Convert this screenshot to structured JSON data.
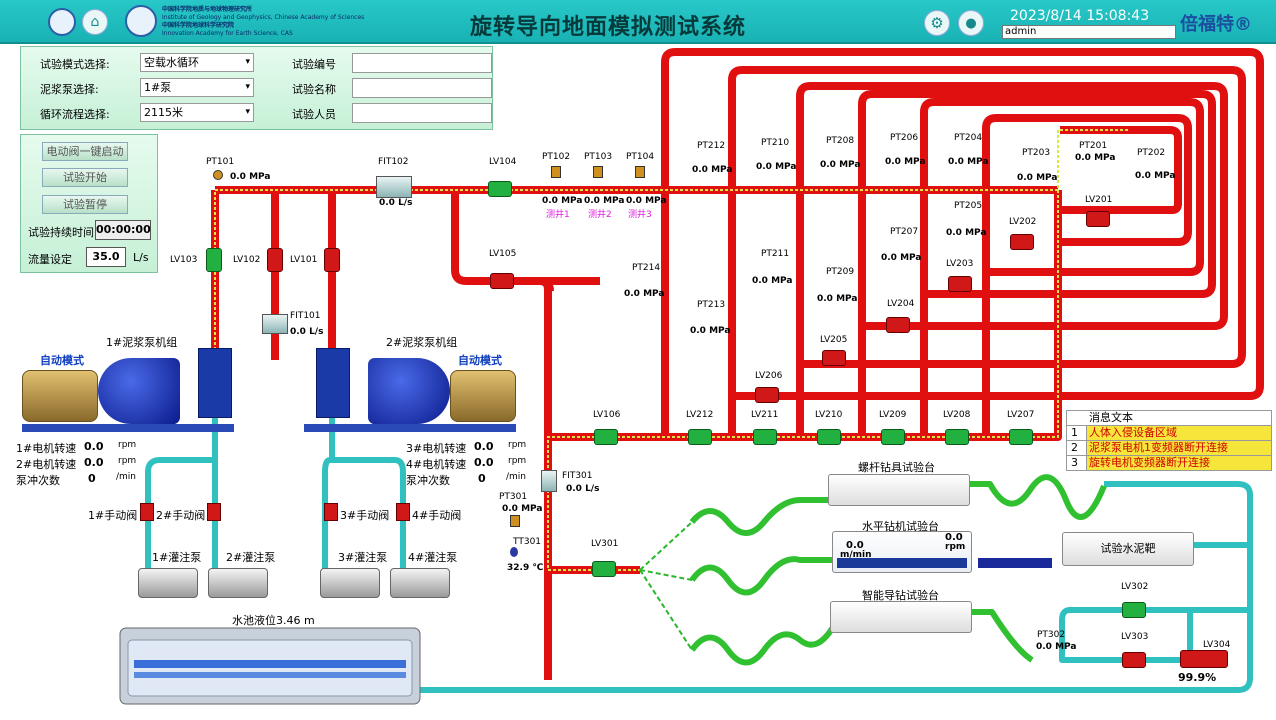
{
  "header": {
    "title": "旋转导向地面模拟测试系统",
    "org_cn_1": "中国科学院地质与地球物理研究所",
    "org_en_1": "Institute of Geology and Geophysics, Chinese Academy of Sciences",
    "org_cn_2": "中国科学院地球科学研究院",
    "org_en_2": "Innovation Academy for Earth Science, CAS",
    "datetime": "2023/8/14 15:08:43",
    "user": "admin",
    "brand": "倍福特®"
  },
  "config": {
    "mode_label": "试验模式选择:",
    "mode_value": "空载水循环",
    "pump_label": "泥浆泵选择:",
    "pump_value": "1#泵",
    "flow_label": "循环流程选择:",
    "flow_value": "2115米",
    "test_no_label": "试验编号",
    "test_name_label": "试验名称",
    "tester_label": "试验人员"
  },
  "control": {
    "btn_valve": "电动阀一键启动",
    "btn_start": "试验开始",
    "btn_pause": "试验暂停",
    "duration_label": "试验持续时间",
    "duration_value": "00:00:00",
    "flow_set_label": "流量设定",
    "flow_set_value": "35.0",
    "flow_set_unit": "L/s"
  },
  "pumps": {
    "group1": "1#泥浆泵机组",
    "group2": "2#泥浆泵机组",
    "auto": "自动模式",
    "m1": "1#电机转速",
    "m2": "2#电机转速",
    "stroke": "泵冲次数",
    "m3": "3#电机转速",
    "m4": "4#电机转速",
    "v_m1": "0.0",
    "v_m2": "0.0",
    "v_stroke1": "0",
    "v_m3": "0.0",
    "v_m4": "0.0",
    "v_stroke2": "0",
    "rpm": "rpm",
    "per_min": "/min",
    "mv1": "1#手动阀",
    "mv2": "2#手动阀",
    "mv3": "3#手动阀",
    "mv4": "4#手动阀",
    "fp1": "1#灌注泵",
    "fp2": "2#灌注泵",
    "fp3": "3#灌注泵",
    "fp4": "4#灌注泵",
    "tank": "水池液位3.46 m"
  },
  "instruments": {
    "pt101": "PT101",
    "pt101v": "0.0 MPa",
    "fit102": "FIT102",
    "fit102v": "0.0  L/s",
    "fit101": "FIT101",
    "fit101v": "0.0  L/s",
    "pt102": "PT102",
    "pt103": "PT103",
    "pt104": "PT104",
    "mpa0": "0.0 MPa",
    "w1": "测井1",
    "w2": "测井2",
    "w3": "测井3",
    "pt212": "PT212",
    "pt210": "PT210",
    "pt208": "PT208",
    "pt206": "PT206",
    "pt204": "PT204",
    "pt203": "PT203",
    "pt201": "PT201",
    "pt202": "PT202",
    "pt205": "PT205",
    "pt207": "PT207",
    "pt211": "PT211",
    "pt209": "PT209",
    "pt214": "PT214",
    "pt213": "PT213",
    "fit301": "FIT301",
    "fit301v": "0.0  L/s",
    "pt301": "PT301",
    "pt302": "PT302",
    "tt301": "TT301",
    "tt301v": "32.9 ℃"
  },
  "valves": {
    "lv101": "LV101",
    "lv102": "LV102",
    "lv103": "LV103",
    "lv104": "LV104",
    "lv105": "LV105",
    "lv106": "LV106",
    "lv201": "LV201",
    "lv202": "LV202",
    "lv203": "LV203",
    "lv204": "LV204",
    "lv205": "LV205",
    "lv206": "LV206",
    "lv207": "LV207",
    "lv208": "LV208",
    "lv209": "LV209",
    "lv210": "LV210",
    "lv211": "LV211",
    "lv212": "LV212",
    "lv301": "LV301",
    "lv302": "LV302",
    "lv303": "LV303",
    "lv304": "LV304",
    "lv304v": "99.9%"
  },
  "stations": {
    "screw": "螺杆钻具试验台",
    "horizontal": "水平钻机试验台",
    "smart": "智能导钻试验台",
    "target": "试验水泥靶",
    "h_left": "0.0",
    "h_left_unit": "m/min",
    "h_right": "0.0",
    "h_right_unit": "rpm"
  },
  "messages": {
    "header": "消息文本",
    "rows": [
      {
        "n": "1",
        "text": "人体入侵设备区域"
      },
      {
        "n": "2",
        "text": "泥浆泵电机1变频器断开连接"
      },
      {
        "n": "3",
        "text": "旋转电机变频器断开连接"
      }
    ]
  },
  "colors": {
    "header": "#19b2b4",
    "pipe_red": "#e01010",
    "pipe_cyan": "#30c0c0",
    "pipe_green": "#30c030",
    "flow_line": "#c8e030"
  }
}
